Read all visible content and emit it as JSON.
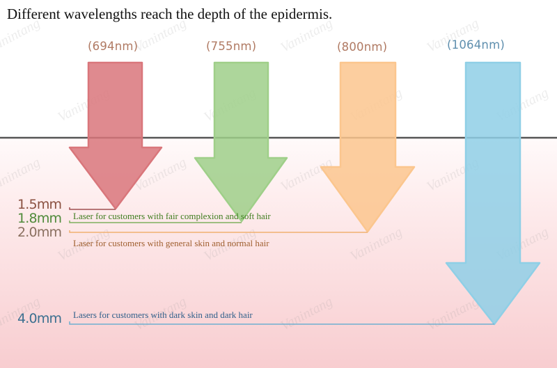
{
  "title": "Different wavelengths reach the depth of the epidermis.",
  "watermark": "Vanintang",
  "colors": {
    "red": "#d9767b",
    "green": "#9fcf89",
    "orange": "#fbc68e",
    "blue": "#8fcfe6",
    "surface_line": "#555555"
  },
  "arrows": [
    {
      "wavelength": "(694nm)",
      "color": "red",
      "depth_mm": 1.5
    },
    {
      "wavelength": "(755nm)",
      "color": "green",
      "depth_mm": 1.8
    },
    {
      "wavelength": "(800nm)",
      "color": "orange",
      "depth_mm": 2.0
    },
    {
      "wavelength": "(1064nm)",
      "color": "blue",
      "depth_mm": 4.0
    }
  ],
  "depths": [
    {
      "label": "1.5mm",
      "color": "#8a5040"
    },
    {
      "label": "1.8mm",
      "color": "#4f8a3a"
    },
    {
      "label": "2.0mm",
      "color": "#8a7060"
    },
    {
      "label": "4.0mm",
      "color": "#3c7090"
    }
  ],
  "descriptions": [
    {
      "text": "Laser for customers with fair complexion and soft hair",
      "color": "#3f7d1f"
    },
    {
      "text": "Laser for customers with general skin and normal hair",
      "color": "#a06030"
    },
    {
      "text": "Lasers for customers with dark skin and dark hair",
      "color": "#2f5f8a"
    }
  ]
}
